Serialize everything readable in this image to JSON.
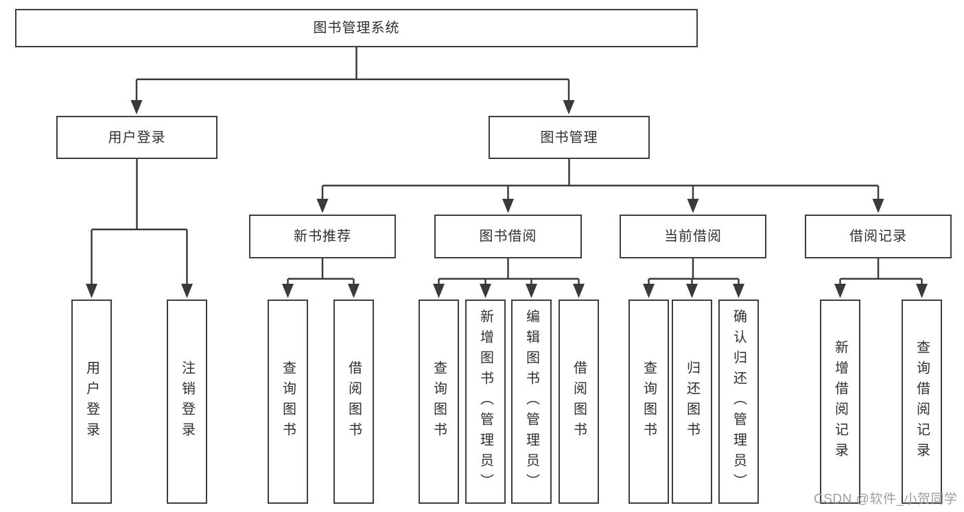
{
  "tree": {
    "root": "图书管理系统",
    "children": [
      {
        "label": "用户登录",
        "children": [
          "用户登录",
          "注销登录"
        ]
      },
      {
        "label": "图书管理",
        "children": [
          {
            "label": "新书推荐",
            "children": [
              "查询图书",
              "借阅图书"
            ]
          },
          {
            "label": "图书借阅",
            "children": [
              "查询图书",
              "新增图书（管理员）",
              "编辑图书（管理员）",
              "借阅图书"
            ]
          },
          {
            "label": "当前借阅",
            "children": [
              "查询图书",
              "归还图书",
              "确认归还（管理员）"
            ]
          },
          {
            "label": "借阅记录",
            "children": [
              "新增借阅记录",
              "查询借阅记录"
            ]
          }
        ]
      }
    ]
  },
  "watermark": {
    "text": "CSDN @软件_小贺同学"
  },
  "colors": {
    "line": "#3a3a3a",
    "border": "#3d3d3d",
    "text": "#2f2f2f",
    "watermark": "#9e9e9e",
    "background": "#ffffff"
  }
}
